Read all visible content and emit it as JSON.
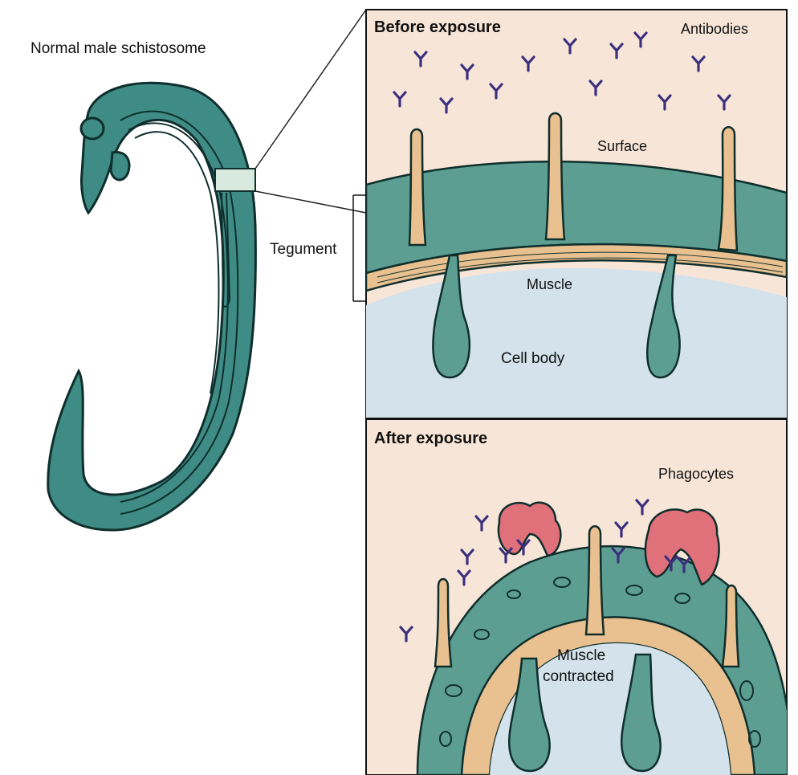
{
  "figure": {
    "worm_label": "Normal male schistosome",
    "tegument_label": "Tegument",
    "panels": {
      "before": {
        "heading": "Before exposure",
        "antibodies_label": "Antibodies",
        "surface_label": "Surface",
        "muscle_label": "Muscle",
        "cell_body_label": "Cell body"
      },
      "after": {
        "heading": "After exposure",
        "phagocytes_label": "Phagocytes",
        "muscle_line1": "Muscle",
        "muscle_line2": "contracted"
      }
    },
    "colors": {
      "worm_teal": "#3f8c86",
      "worm_outline": "#0f2e2c",
      "panel_bg": "#f7e6d8",
      "tegument_teal": "#5d9e93",
      "muscle_tan": "#e9c08f",
      "cell_body_blue": "#d3e2eb",
      "antibody_purple": "#3b2f7e",
      "phagocyte_pink": "#e0707a"
    }
  }
}
